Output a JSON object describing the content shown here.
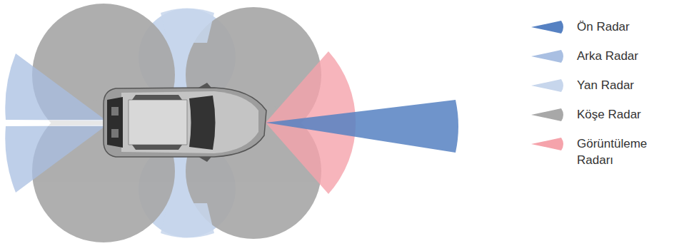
{
  "diagram": {
    "legend": [
      {
        "text": "Ön Radar",
        "color": "#5681c2"
      },
      {
        "text": "Arka Radar",
        "color": "#a9bfe2"
      },
      {
        "text": "Yan Radar",
        "color": "#c7d6ec"
      },
      {
        "text": "Köşe Radar",
        "color": "#a8a8a8"
      },
      {
        "text": "Görüntüleme Radarı",
        "color": "#f5a3ab"
      }
    ]
  }
}
